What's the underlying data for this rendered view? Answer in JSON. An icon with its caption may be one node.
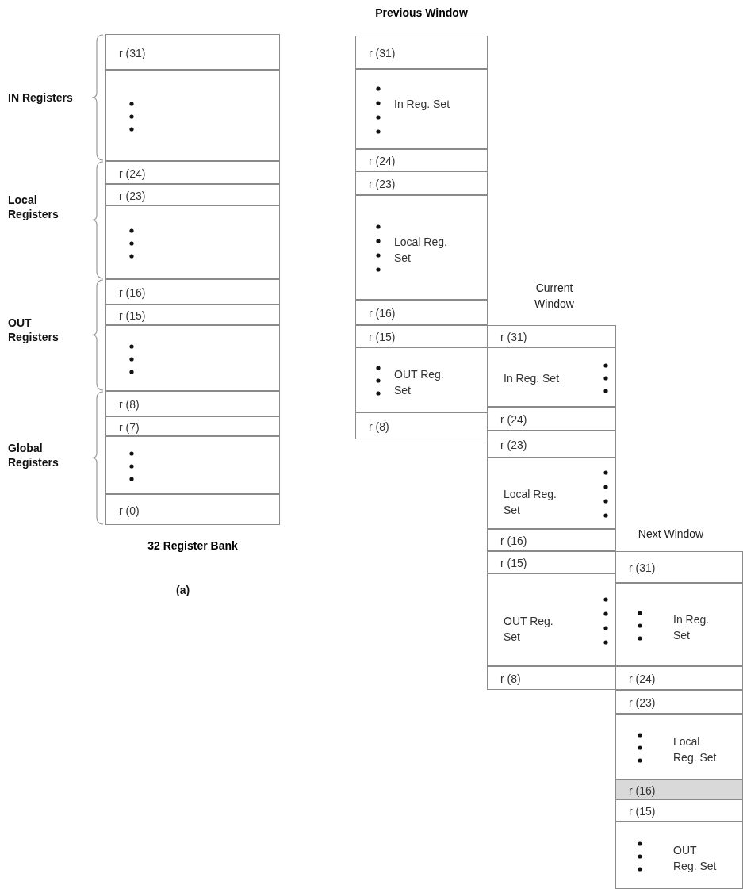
{
  "diagram": {
    "nodes": [
      {
        "text": [
          "32 Register Bank"
        ]
      },
      {
        "text": [
          "r (31)"
        ],
        "in": 0
      },
      {
        "text": [],
        "shape": "box",
        "in": 0
      },
      {
        "text": [
          "r (24)"
        ],
        "in": 0
      },
      {
        "text": [
          "r (23)"
        ],
        "in": 0
      },
      {
        "text": [],
        "shape": "box",
        "in": 0
      },
      {
        "text": [
          "r (16)"
        ],
        "in": 0
      },
      {
        "text": [
          "r (15)"
        ],
        "in": 0
      },
      {
        "text": [],
        "shape": "box",
        "in": 0
      },
      {
        "text": [
          "r (8)"
        ],
        "in": 0
      },
      {
        "text": [
          "r (7)"
        ],
        "in": 0
      },
      {
        "text": [],
        "shape": "box",
        "in": 0
      },
      {
        "text": [
          "r (0)"
        ],
        "in": 0
      },
      {
        "text": [
          "Previous Window"
        ]
      },
      {
        "text": [
          "r (31)"
        ],
        "in": 13
      },
      {
        "text": [
          "In Reg. Set"
        ],
        "in": 13
      },
      {
        "text": [
          "r (24)"
        ],
        "in": 13
      },
      {
        "text": [
          "r (23)"
        ],
        "in": 13
      },
      {
        "text": [
          "Local Reg. Set"
        ],
        "in": 13
      },
      {
        "text": [
          "r (16)"
        ],
        "in": 13
      },
      {
        "text": [
          "r (15)"
        ],
        "in": 13
      },
      {
        "text": [
          "OUT Reg. Set"
        ],
        "in": 13
      },
      {
        "text": [
          "r (8)"
        ],
        "in": 13
      },
      {
        "text": [
          "Current Window"
        ]
      },
      {
        "text": [
          "r (31)"
        ],
        "in": 23
      },
      {
        "text": [
          "In Reg. Set"
        ],
        "in": 23
      },
      {
        "text": [
          "r (24)"
        ],
        "in": 23
      },
      {
        "text": [
          "r (23)"
        ],
        "in": 23
      },
      {
        "text": [
          "Local Reg. Set"
        ],
        "in": 23
      },
      {
        "text": [
          "r (16)"
        ],
        "in": 23
      },
      {
        "text": [
          "r (15)"
        ],
        "in": 23
      },
      {
        "text": [
          "OUT Reg. Set"
        ],
        "in": 23
      },
      {
        "text": [
          "r (8)"
        ],
        "in": 23
      },
      {
        "text": [
          "Next Window"
        ]
      },
      {
        "text": [
          "r (31)"
        ],
        "in": 33
      },
      {
        "text": [
          "In Reg. Set"
        ],
        "in": 33
      },
      {
        "text": [
          "r (24)"
        ],
        "in": 33
      },
      {
        "text": [
          "r (23)"
        ],
        "in": 33
      },
      {
        "text": [
          "Local Reg. Set"
        ],
        "in": 33
      },
      {
        "text": [
          "r (16)"
        ],
        "in": 33
      },
      {
        "text": [
          "r (15)"
        ],
        "in": 33
      },
      {
        "text": [
          "OUT Reg. Set"
        ],
        "in": 33
      }
    ],
    "edges": [],
    "labels": [
      "IN Registers",
      "Local Registers",
      "OUT Registers",
      "Global Registers",
      "(a)"
    ]
  }
}
